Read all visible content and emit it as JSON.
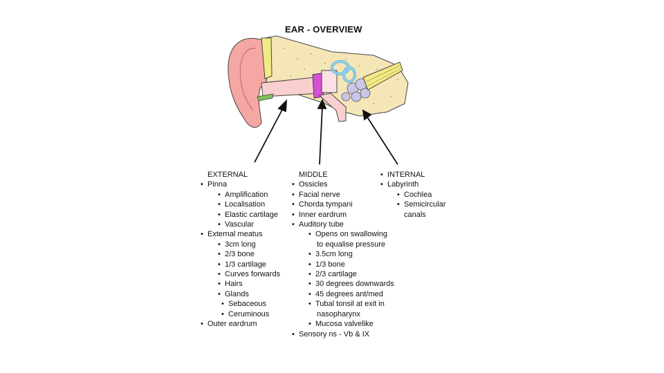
{
  "title": "EAR - OVERVIEW",
  "external": {
    "heading": "EXTERNAL",
    "items": [
      "Pinna",
      "Amplification",
      "Localisation",
      "Elastic cartilage",
      "Vascular",
      "External meatus",
      "3cm long",
      "2/3 bone",
      "1/3 cartilage",
      "Curves forwards",
      "Hairs",
      "Glands",
      "Sebaceous",
      "Ceruminous",
      "Outer eardrum"
    ]
  },
  "middle": {
    "heading": "MIDDLE",
    "items": [
      "Ossicles",
      "Facial nerve",
      "Chorda tympani",
      "Inner eardrum",
      "Auditory tube",
      "Opens on swallowing",
      "to equalise pressure",
      "3.5cm long",
      "1/3 bone",
      "2/3 cartilage",
      "30 degrees downwards",
      "45 degrees ant/med",
      "Tubal tonsil at exit in",
      "nasopharynx",
      "Mucosa valvelike",
      "Sensory ns - Vb & IX"
    ]
  },
  "internal": {
    "heading": "INTERNAL",
    "items": [
      "Labyrinth",
      "Cochlea",
      "Semicircular",
      "canals"
    ]
  },
  "colors": {
    "pinna": "#f4a7a3",
    "bone": "#f5e6b8",
    "canal": "#f9cfd0",
    "eardrum": "#d84fd8",
    "semicircular": "#8fd3ef",
    "cochlea": "#c9c6e8",
    "nerve": "#f2ea86",
    "cartilage_green": "#7dc25a"
  }
}
